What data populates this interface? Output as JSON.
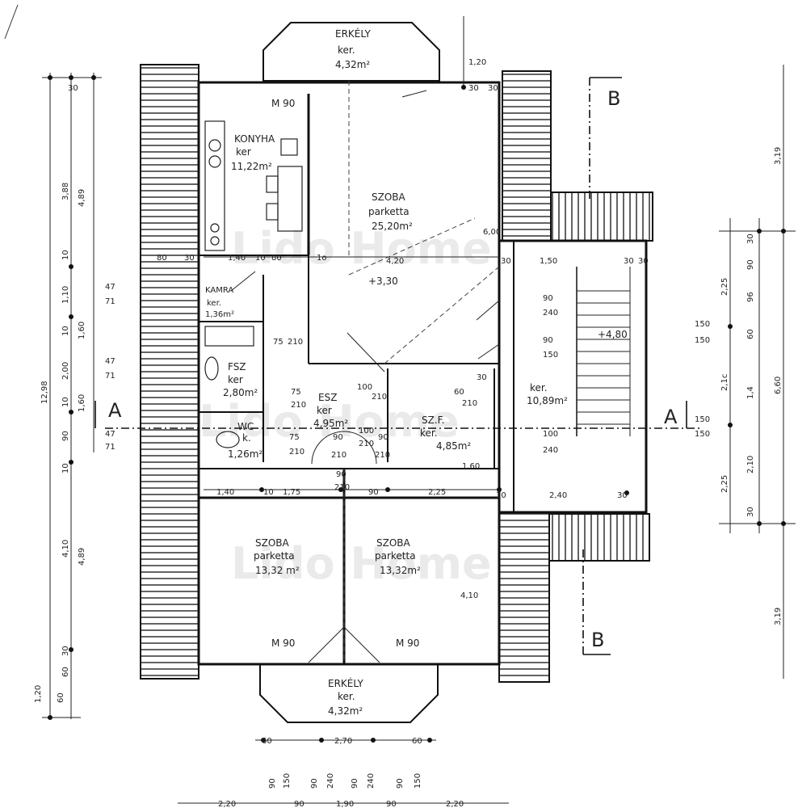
{
  "rooms": {
    "balcony_top": {
      "name": "ERKÉLY",
      "floor": "ker.",
      "area": "4,32m²"
    },
    "kitchen": {
      "name": "KONYHA",
      "floor": "ker",
      "area": "11,22m²"
    },
    "room_big": {
      "name": "SZOBA",
      "floor": "parketta",
      "area": "25,20m²"
    },
    "pantry": {
      "name": "KAMRA",
      "floor": "ker.",
      "area": "1,36m²"
    },
    "bath": {
      "name": "FSZ",
      "floor": "ker",
      "area": "2,80m²"
    },
    "hall": {
      "name": "ESZ",
      "floor": "ker",
      "area": "4,95m²"
    },
    "wc": {
      "name": "WC",
      "floor": "k.",
      "area": "1,26m²"
    },
    "closet": {
      "name": "SZ.F.",
      "floor": "ker.",
      "area": "4,85m²"
    },
    "stair_hall": {
      "floor": "ker.",
      "area": "10,89m²"
    },
    "room_sw": {
      "name": "SZOBA",
      "floor": "parketta",
      "area": "13,32 m²"
    },
    "room_se": {
      "name": "SZOBA",
      "floor": "parketta",
      "area": "13,32m²"
    },
    "balcony_bottom": {
      "name": "ERKÉLY",
      "floor": "ker.",
      "area": "4,32m²"
    }
  },
  "sections": {
    "a_left": "A",
    "a_right": "A",
    "b_top": "B",
    "b_bottom": "B"
  },
  "level": {
    "upper": "+3,30",
    "stair": "+4,80"
  },
  "door_marks": {
    "m_top": "M 90",
    "m_bottom_left": "M 90",
    "m_bottom_right": "M 90"
  },
  "dims_left_outer": [
    "12,98"
  ],
  "dims_left_mid": [
    "4,89",
    "1,60",
    "1,60",
    "4,89",
    "1,20"
  ],
  "dims_left_inner": [
    "3,88",
    "10",
    "1,10",
    "10",
    "2,00",
    "10",
    "90",
    "10",
    "4,10",
    "30",
    "60",
    "60"
  ],
  "dims_left_small": [
    "30",
    "47",
    "71",
    "47",
    "71",
    "47",
    "71"
  ],
  "dims_right_outer": [
    "3,19",
    "6,60",
    "3,19"
  ],
  "dims_right_mid": [
    "2,25",
    "2,1c",
    "2,25"
  ],
  "dims_right_inner": [
    "30",
    "90",
    "96",
    "60",
    "1,4",
    "2,10",
    "30"
  ],
  "dims_right_small": [
    "150",
    "150",
    "150",
    "150"
  ],
  "dims_top": [
    "1,20",
    "30",
    "30",
    "80",
    "30",
    "1,40",
    "10",
    "80",
    "1o",
    "4,20",
    "30",
    "1,50",
    "30",
    "30"
  ],
  "dims_mid": [
    "1,40",
    "10",
    "1,75",
    "90",
    "2,25",
    "30",
    "2,40",
    "30"
  ],
  "dims_bottom_1": [
    "60",
    "2,70",
    "60"
  ],
  "dims_bottom_2": [
    "90",
    "150",
    "90",
    "240",
    "90",
    "240",
    "90",
    "150"
  ],
  "dims_bottom_3": [
    "2,20",
    "90",
    "1,90",
    "90",
    "2,20"
  ],
  "dims_interior": [
    "6,00",
    "90",
    "240",
    "90",
    "150",
    "100",
    "240",
    "75",
    "210",
    "75",
    "210",
    "75",
    "210",
    "100",
    "210",
    "60",
    "210",
    "90",
    "210",
    "90",
    "210",
    "100",
    "210",
    "90",
    "210",
    "4,10",
    "1,60",
    "30"
  ],
  "watermark": "Lido Home"
}
